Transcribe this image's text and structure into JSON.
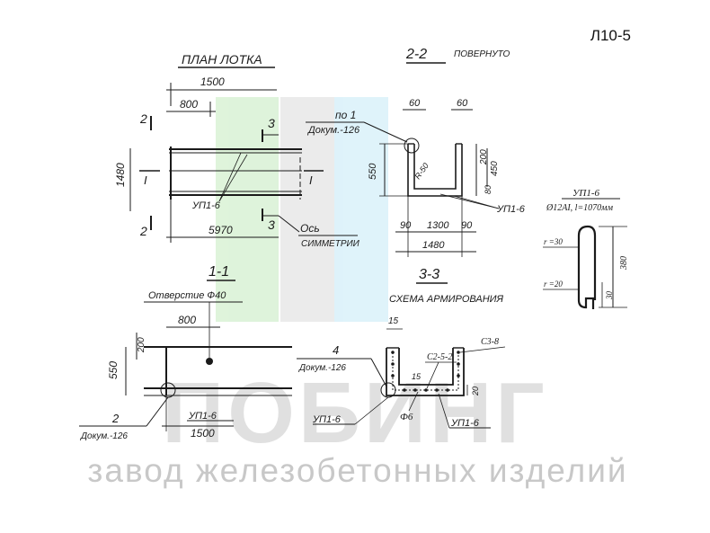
{
  "sheet": {
    "code": "Л10-5"
  },
  "watermark": {
    "brand": "ПОБИНГ",
    "tagline": "завод железобетонных изделий"
  },
  "views": {
    "plan": {
      "title": "ПЛАН ЛОТКА",
      "dim_total_width": "1500",
      "dim_opening": "800",
      "dim_height": "1480",
      "dim_length": "5970",
      "cut_2": "2",
      "cut_3": "3",
      "cut_1": "I",
      "axis_label_1": "Ось",
      "axis_label_2": "СИММЕТРИИ",
      "callout_1": "по 1",
      "callout_1_doc": "Докум.-126",
      "callout_up": "УП1-6"
    },
    "section_2_2": {
      "title": "2-2",
      "subtitle": "ПОВЕРНУТО",
      "dim_wall_left": "60",
      "dim_wall_right": "60",
      "dim_height": "550",
      "dim_200": "200",
      "dim_450": "450",
      "dim_80": "80",
      "dim_radius": "R-50",
      "dim_side_left": "90",
      "dim_inner": "1300",
      "dim_side_right": "90",
      "dim_outer": "1480",
      "label_up": "УП1-6"
    },
    "detail_up": {
      "title": "УП1-6",
      "spec": "Ø12АI, l=1070мм",
      "r_top": "r =30",
      "r_bottom": "r =20",
      "dim_height": "380",
      "dim_bottom": "30"
    },
    "section_1_1": {
      "title": "1-1",
      "hole_label": "Отверстие Ф40",
      "dim_800": "800",
      "dim_200": "200",
      "dim_550": "550",
      "dim_1500": "1500",
      "label_up": "УП1-6",
      "callout_num": "2",
      "callout_doc": "Докум.-126"
    },
    "section_3_3": {
      "title": "3-3",
      "subtitle": "СХЕМА АРМИРОВАНИЯ",
      "dim_15_top": "15",
      "dim_15_mid": "15",
      "dim_20": "20",
      "mark_c352": "С2-5-2",
      "mark_c38": "С3-8",
      "callout_num": "4",
      "callout_doc": "Докум.-126",
      "label_up_left": "УП1-6",
      "label_up_right": "УП1-6",
      "label_f6": "Ф6"
    }
  }
}
